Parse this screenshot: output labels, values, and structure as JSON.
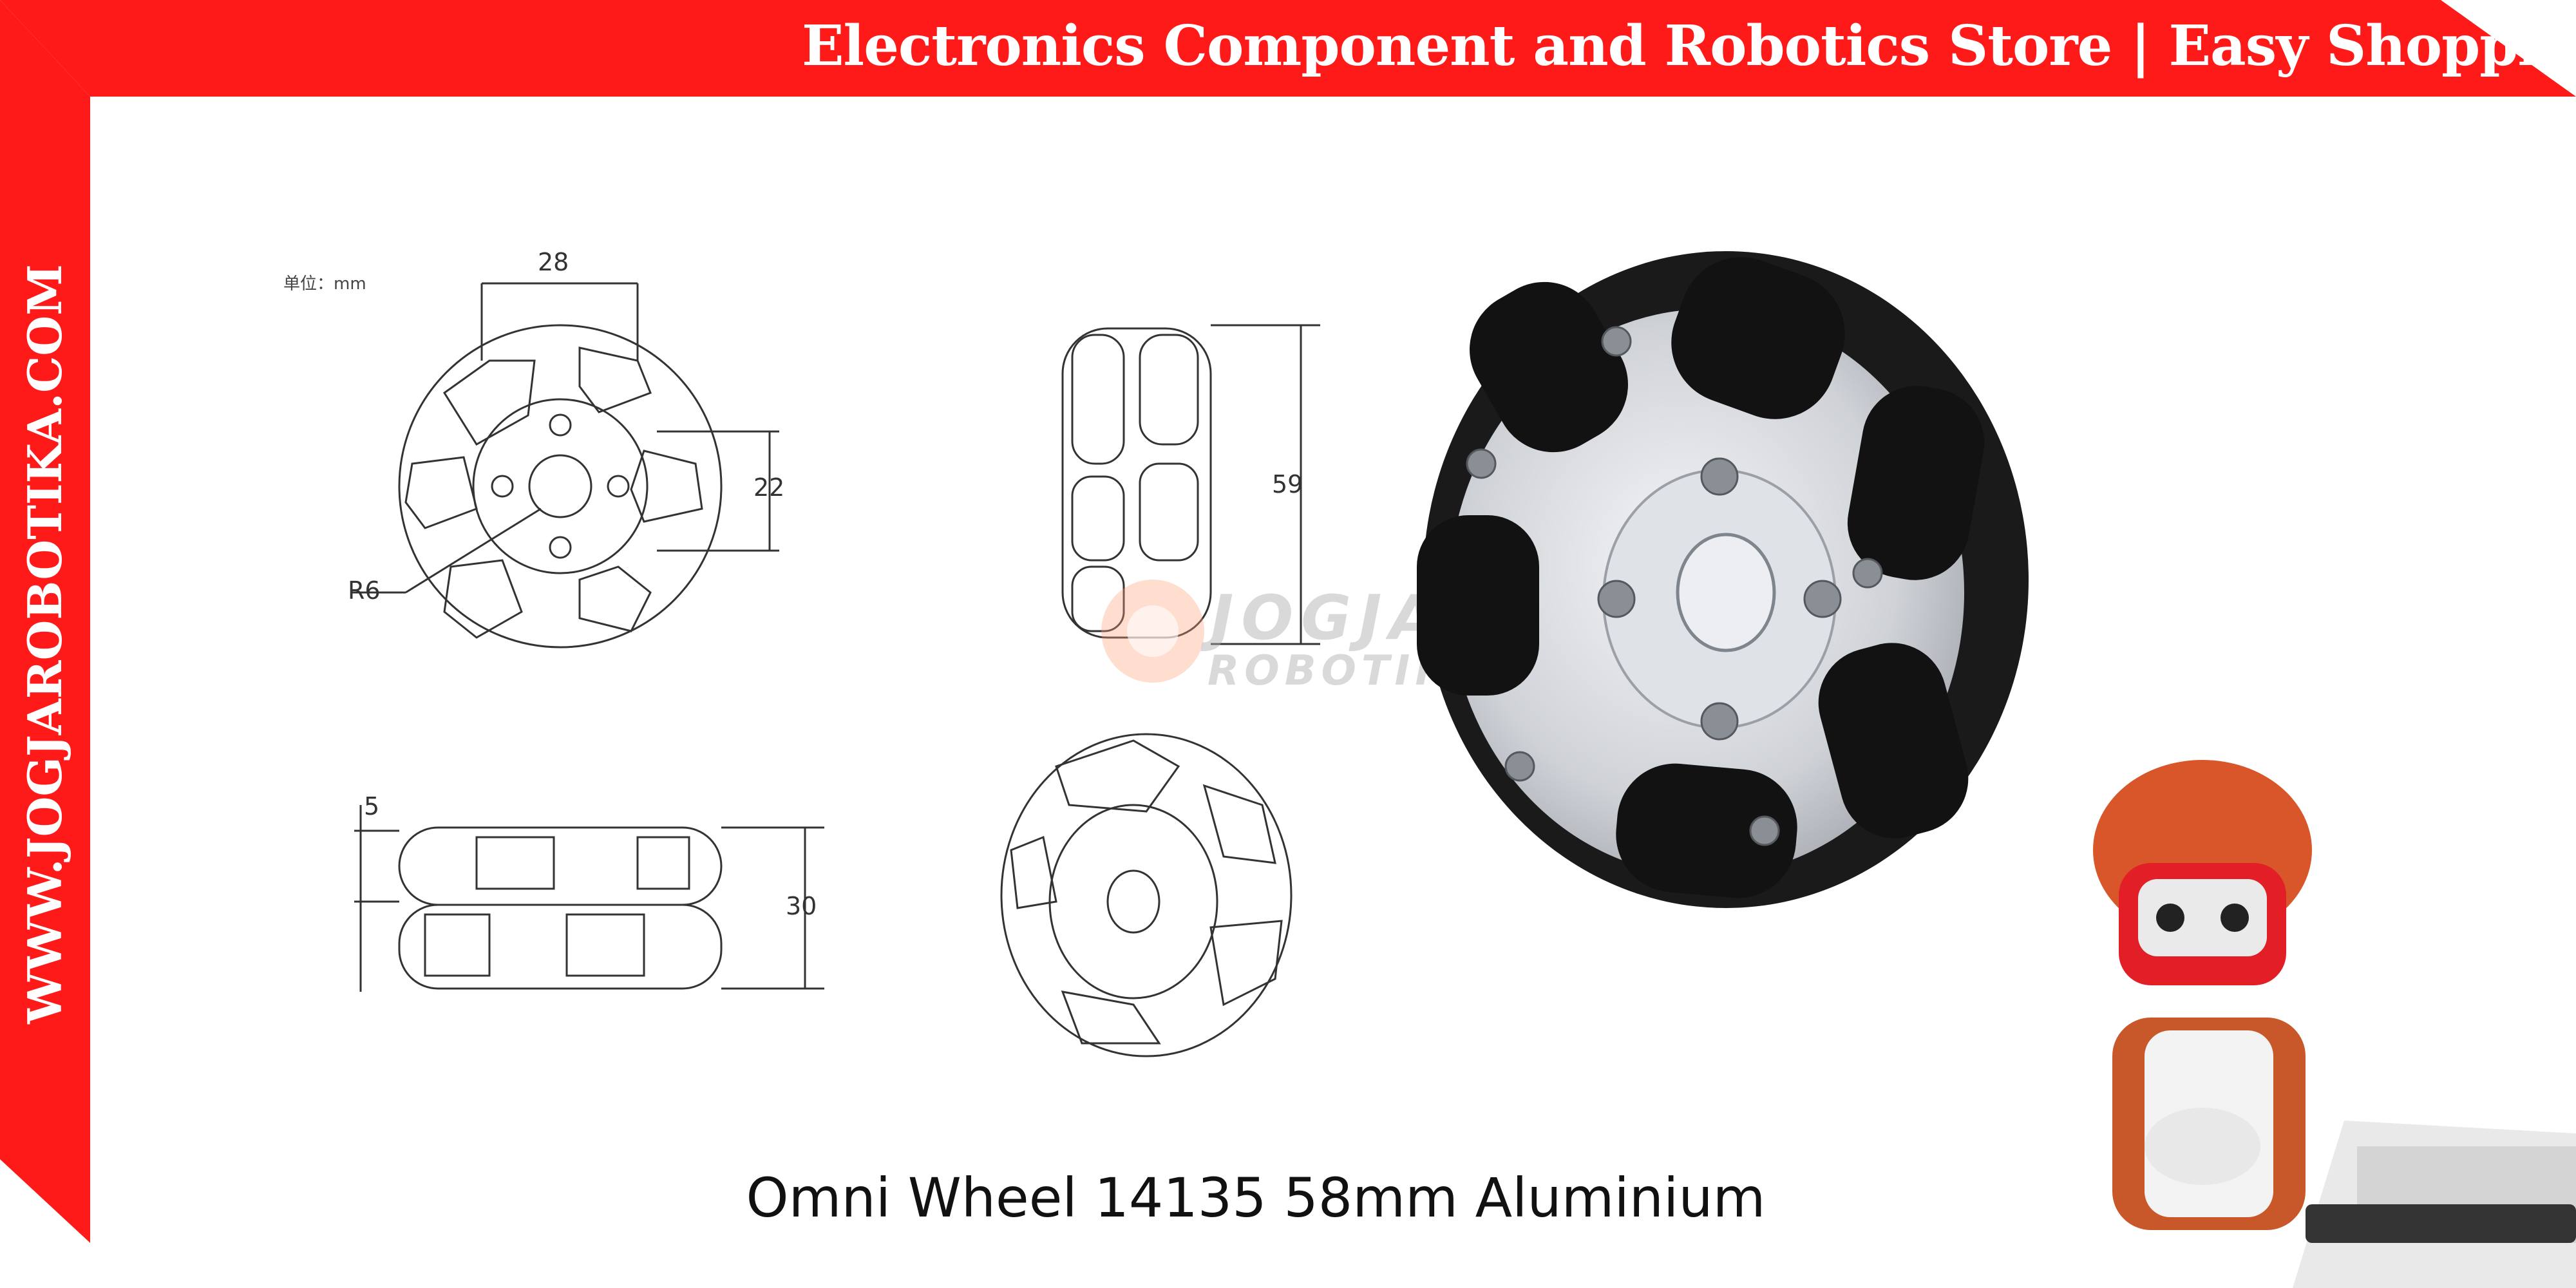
{
  "banner": {
    "text": "Electronics Component and Robotics Store | Easy Shopping",
    "color": "#FF1A1A"
  },
  "sidebar": {
    "text": "WWW.JOGJAROBOTIKA.COM"
  },
  "drawing": {
    "unit_label": "单位：mm",
    "dims": {
      "width_28": "28",
      "hub_22": "22",
      "radius_r6": "R6",
      "height_59": "59",
      "gap_5": "5",
      "thickness_30": "30"
    }
  },
  "watermark": {
    "line1": "JOGJA",
    "line2": "ROBOTIKA"
  },
  "product": {
    "title": "Omni Wheel 14135 58mm Aluminium"
  }
}
